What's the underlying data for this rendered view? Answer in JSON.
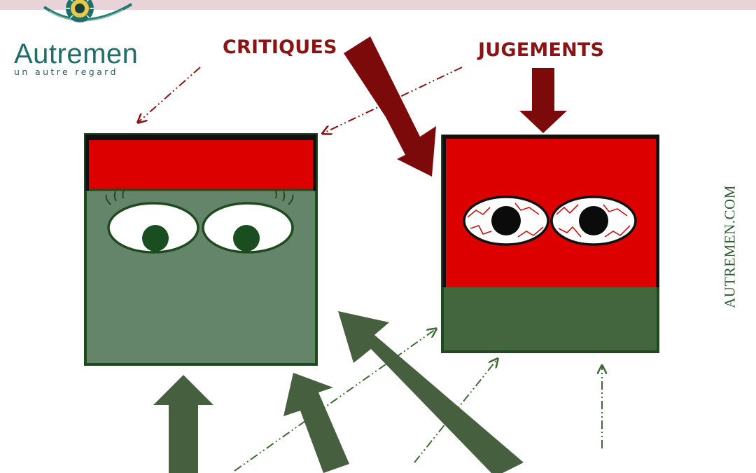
{
  "logo": {
    "name": "Autremen",
    "tagline": "un autre regard"
  },
  "labels": {
    "critiques": "CRITIQUES",
    "jugements": "JUGEMENTS"
  },
  "side_text": "AUTREMEN.COM",
  "colors": {
    "red": "#dd0000",
    "dark_red_arrow": "#7d0a0a",
    "label_red": "#8a1414",
    "calm_green": "#64856a",
    "dark_green": "#44663f",
    "green_outline": "#1f4a1f",
    "green_arrow": "#465f3e",
    "topbar": "#e7d3d8",
    "logo_teal": "#1f6e6a"
  },
  "icons": {
    "logo_mark": "eye-icon"
  }
}
